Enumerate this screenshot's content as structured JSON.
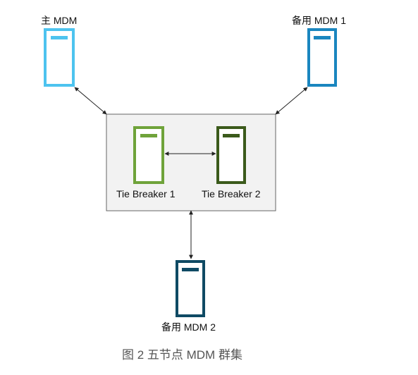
{
  "diagram": {
    "colors": {
      "primary_mdm": "#4dc3ef",
      "backup_mdm_1": "#1a86bf",
      "tie_breaker_1": "#6fa33a",
      "tie_breaker_2": "#3b5a1b",
      "backup_mdm_2": "#0f4a64",
      "cluster_fill": "#f2f2f2",
      "cluster_border": "#666666",
      "connector": "#222222"
    },
    "nodes": {
      "primary_mdm": {
        "label": "主 MDM",
        "icon": "server-icon"
      },
      "backup_mdm_1": {
        "label": "备用 MDM 1",
        "icon": "server-icon"
      },
      "tie_breaker_1": {
        "label": "Tie Breaker 1",
        "icon": "server-icon"
      },
      "tie_breaker_2": {
        "label": "Tie Breaker 2",
        "icon": "server-icon"
      },
      "backup_mdm_2": {
        "label": "备用 MDM 2",
        "icon": "server-icon"
      }
    },
    "caption": "图 2 五节点 MDM 群集"
  }
}
